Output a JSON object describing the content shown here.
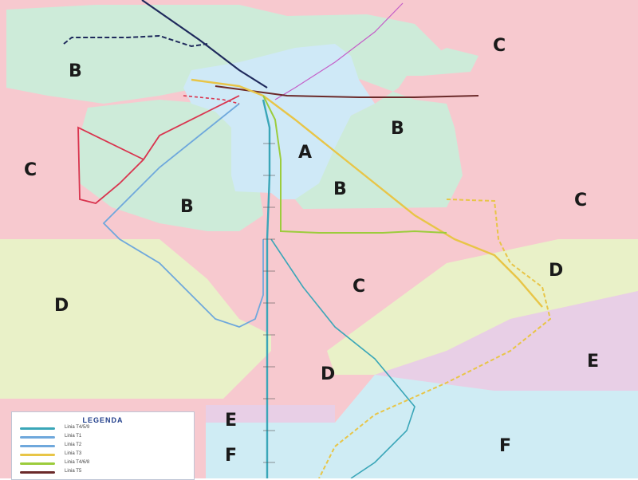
{
  "zones": {
    "A": "A",
    "B": "B",
    "C": "C",
    "D": "D",
    "E": "E",
    "F": "F"
  },
  "colors": {
    "zoneA": "#cfe9f7",
    "zoneB": "#cdebd9",
    "zoneC": "#f7c9cf",
    "zoneD": "#e9f1c8",
    "zoneE": "#e8cfe6",
    "zoneF": "#cfecf4",
    "lineDarkNavy": "#1f2a5c",
    "lineTeal": "#3aa6b8",
    "lineLightBlue": "#6fa8dc",
    "lineYellow": "#e8c547",
    "lineGreen": "#9ccc3c",
    "lineRed": "#d9344e",
    "linePink": "#c45ec8",
    "lineMaroon": "#6b2a2a"
  },
  "legend": {
    "title": "LEGENDA",
    "items": [
      {
        "label": "Linia T4/5/9",
        "color": "#3aa6b8"
      },
      {
        "label": "Linia T1",
        "color": "#6fa8dc"
      },
      {
        "label": "Linia T2",
        "color": "#6fa8dc"
      },
      {
        "label": "Linia T3",
        "color": "#e8c547"
      },
      {
        "label": "Linia T4/6/8",
        "color": "#9ccc3c"
      },
      {
        "label": "Linia T5",
        "color": "#6b2a2a"
      }
    ]
  }
}
